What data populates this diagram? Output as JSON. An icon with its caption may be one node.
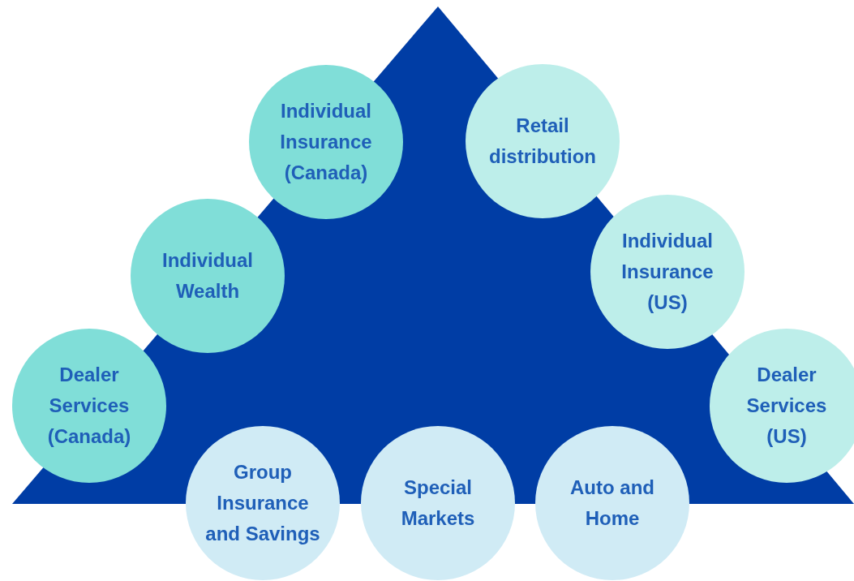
{
  "diagram": {
    "nodes": [
      {
        "text": [
          "Individual Insurance (Canada)"
        ]
      },
      {
        "text": [
          "Retail distribution"
        ]
      },
      {
        "text": [
          "Individual Wealth"
        ]
      },
      {
        "text": [
          "Individual Insurance (US)"
        ]
      },
      {
        "text": [
          "Dealer Services (Canada)"
        ]
      },
      {
        "text": [
          "Dealer Services (US)"
        ]
      },
      {
        "text": [
          "Group Insurance and Savings"
        ]
      },
      {
        "text": [
          "Special Markets"
        ]
      },
      {
        "text": [
          "Auto and Home"
        ]
      }
    ]
  }
}
